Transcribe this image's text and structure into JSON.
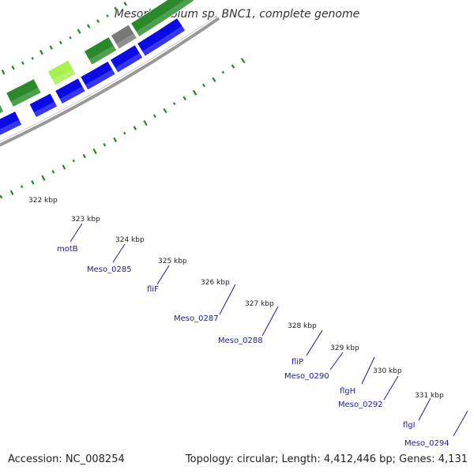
{
  "title": "Mesorhizobium sp. BNC1, complete genome",
  "footer": {
    "accession": "Accession: NC_008254",
    "topology": "Topology: circular; Length: 4,412,446 bp; Genes: 4,131"
  },
  "colors": {
    "forward_cds": "#0a0ae6",
    "reverse_cds": "#2a8a2a",
    "highlight_cds": "#a6f050",
    "unknown": "#777777",
    "backbone": "#999999",
    "gc_dots": "#1f8a1f",
    "label_blue": "#1a1aaa"
  },
  "diagram": {
    "type": "circular-genome-map-zoom",
    "position_ticks": [
      "322 kbp",
      "323 kbp",
      "324 kbp",
      "325 kbp",
      "326 kbp",
      "327 kbp",
      "328 kbp",
      "329 kbp",
      "330 kbp",
      "331 kbp"
    ],
    "gene_labels": [
      "motB",
      "Meso_0285",
      "fliF",
      "Meso_0287",
      "Meso_0288",
      "fliP",
      "Meso_0290",
      "flgH",
      "Meso_0292",
      "flgI",
      "Meso_0294"
    ]
  }
}
